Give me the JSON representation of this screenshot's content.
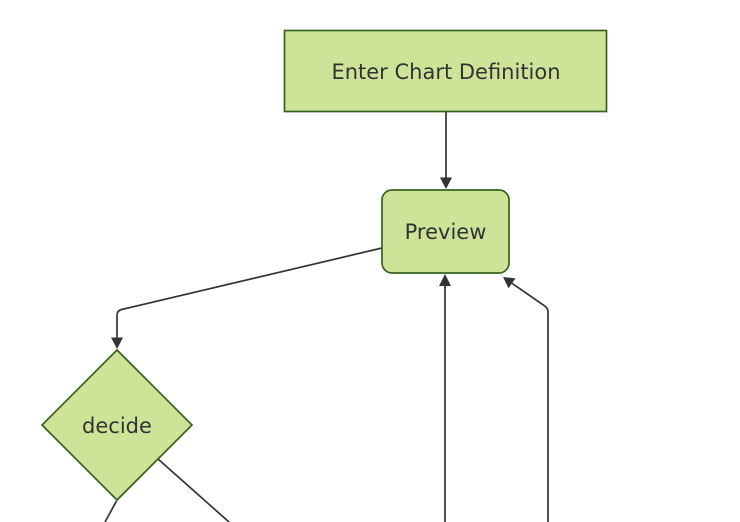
{
  "diagram": {
    "type": "flowchart",
    "direction": "top-down",
    "background": "#ffffff",
    "colors": {
      "background": "#ffffff",
      "node_fill": "#cde498",
      "node_border": "#38611f",
      "edge_color": "#333333",
      "text_color": "#333333"
    },
    "nodes": [
      {
        "id": "A",
        "shape": "rectangle",
        "label": "Enter Chart Definition"
      },
      {
        "id": "B",
        "shape": "rounded-rectangle",
        "label": "Preview"
      },
      {
        "id": "C",
        "shape": "diamond",
        "label": "decide"
      }
    ],
    "edges": [
      {
        "from": "Enter Chart Definition",
        "to": "Preview",
        "arrowhead": true
      },
      {
        "from": "Preview",
        "to": "decide",
        "arrowhead": true
      },
      {
        "from": "decide",
        "to": "below viewport (left)",
        "arrowhead": false
      },
      {
        "from": "decide",
        "to": "below viewport (right)",
        "arrowhead": false
      },
      {
        "from": "below viewport (center)",
        "to": "Preview",
        "arrowhead": true
      },
      {
        "from": "below viewport (right)",
        "to": "Preview",
        "arrowhead": true
      }
    ]
  }
}
